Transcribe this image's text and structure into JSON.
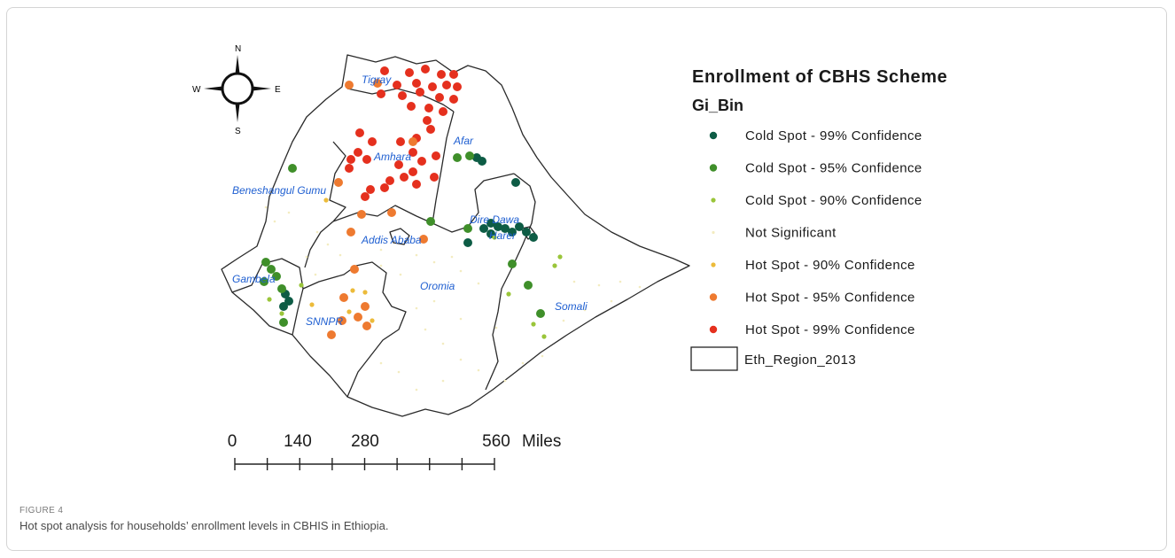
{
  "legend": {
    "title": "Enrollment of CBHS Scheme",
    "field": "Gi_Bin",
    "classes": [
      {
        "label": "Cold Spot - 99% Confidence",
        "color": "#0d5c45",
        "size": "medium"
      },
      {
        "label": "Cold Spot - 95% Confidence",
        "color": "#3f8f2a",
        "size": "medium"
      },
      {
        "label": "Cold Spot - 90% Confidence",
        "color": "#9ac53a",
        "size": "small"
      },
      {
        "label": "Not Significant",
        "color": "#f3ecc0",
        "size": "tiny"
      },
      {
        "label": "Hot Spot - 90% Confidence",
        "color": "#ecbb3a",
        "size": "small"
      },
      {
        "label": "Hot Spot - 95% Confidence",
        "color": "#ee7a30",
        "size": "medium"
      },
      {
        "label": "Hot Spot - 99% Confidence",
        "color": "#e5301e",
        "size": "medium"
      }
    ],
    "boundary_label": "Eth_Region_2013"
  },
  "regions": [
    "Tigray",
    "Afar",
    "Amhara",
    "Beneshangul Gumu",
    "Dire Dawa",
    "Harer",
    "Addis Ababa",
    "Oromia",
    "Gambela",
    "Somali",
    "SNNPR"
  ],
  "compass": {
    "n": "N",
    "s": "S",
    "e": "E",
    "w": "W"
  },
  "scale_bar": {
    "ticks": [
      "0",
      "140",
      "280",
      "560"
    ],
    "unit": "Miles"
  },
  "caption": {
    "label": "FIGURE 4",
    "text": "Hot spot analysis for households’ enrollment levels in CBHIS in Ethiopia."
  }
}
